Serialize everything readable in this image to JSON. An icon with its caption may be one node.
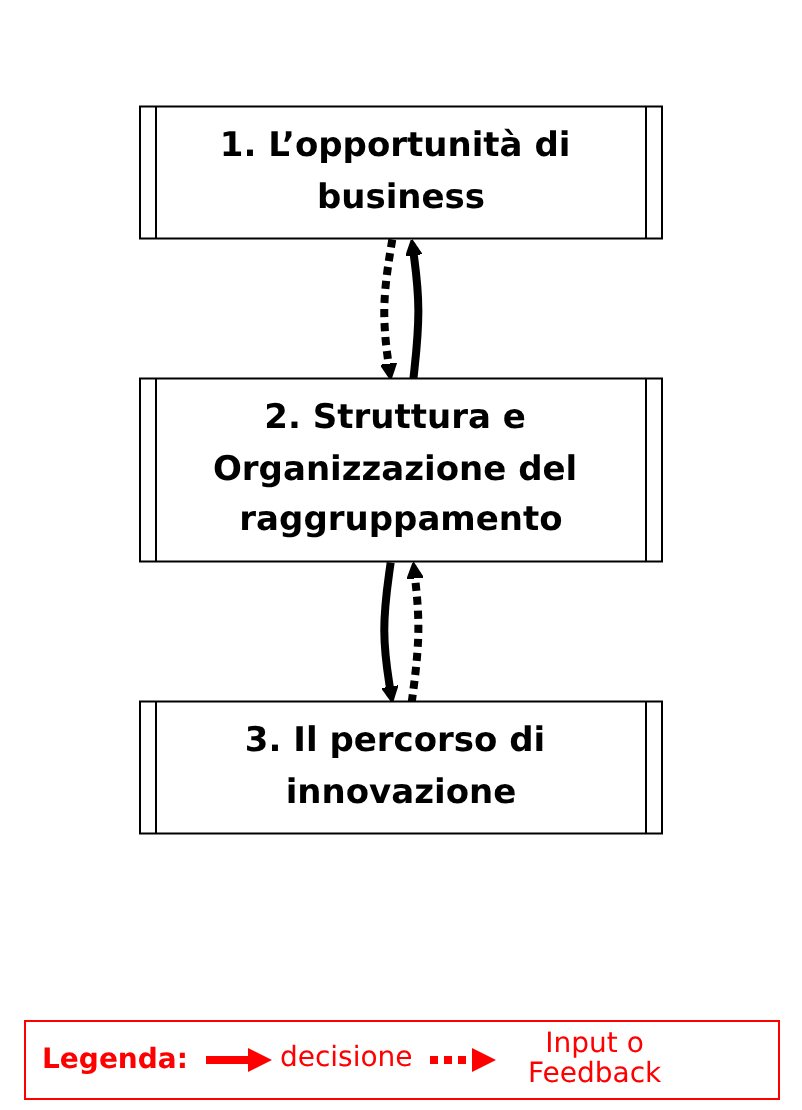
{
  "diagram": {
    "nodes": [
      {
        "text": [
          "1. L’opportunità di business"
        ]
      },
      {
        "text": [
          "2. Struttura e Organizzazione del raggruppamento"
        ]
      },
      {
        "text": [
          "3. Il percorso di innovazione"
        ]
      }
    ],
    "edges": [
      {
        "from": 0,
        "to": 1,
        "arrow": "to",
        "style": "dashed"
      },
      {
        "from": 1,
        "to": 0,
        "arrow": "to"
      },
      {
        "from": 1,
        "to": 2,
        "arrow": "to"
      },
      {
        "from": 2,
        "to": 1,
        "arrow": "to",
        "style": "dashed"
      }
    ],
    "labels": [
      "Legenda:"
    ],
    "legend": [
      {
        "text": "decisione"
      },
      {
        "text": "Input o Feedback"
      }
    ]
  }
}
